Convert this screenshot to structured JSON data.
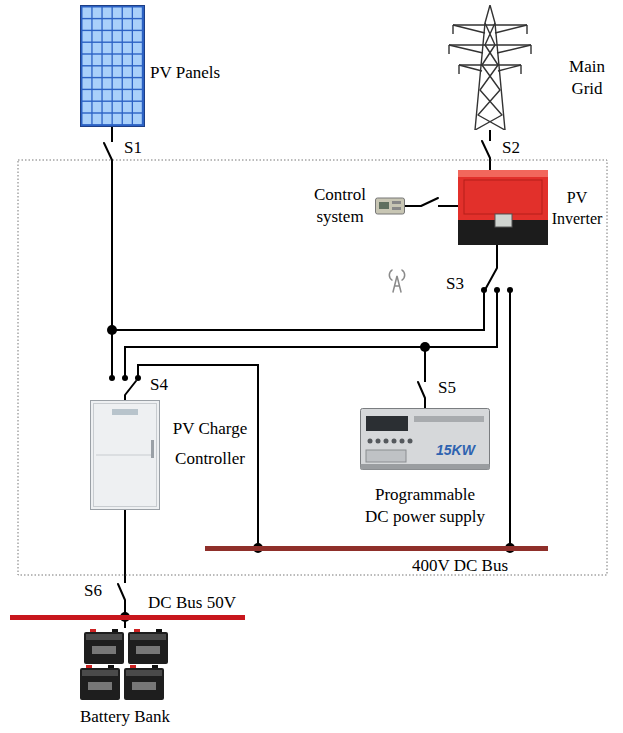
{
  "diagram": {
    "nodes": [
      {
        "text": [
          "PV Panels"
        ]
      },
      {
        "text": [
          "Main Grid"
        ]
      },
      {
        "text": [
          "PV Inverter"
        ]
      },
      {
        "text": [
          "Control system"
        ]
      },
      {
        "text": [
          "PV Charge Controller"
        ]
      },
      {
        "text": [
          "Programmable DC power supply"
        ]
      },
      {
        "text": [
          "400V DC Bus"
        ]
      },
      {
        "text": [
          "DC Bus 50V"
        ]
      },
      {
        "text": [
          "Battery Bank"
        ]
      }
    ],
    "edges": [
      {
        "from": 0,
        "to": 4,
        "arrow": "none"
      },
      {
        "from": 0,
        "to": 2,
        "arrow": "none"
      },
      {
        "from": 1,
        "to": 2,
        "arrow": "none"
      },
      {
        "from": 3,
        "to": 2,
        "arrow": "none"
      },
      {
        "from": 4,
        "to": 6,
        "arrow": "none"
      },
      {
        "from": 5,
        "to": 4,
        "arrow": "none"
      },
      {
        "from": 5,
        "to": 2,
        "arrow": "none"
      },
      {
        "from": 2,
        "to": 6,
        "arrow": "none"
      },
      {
        "from": 4,
        "to": 7,
        "arrow": "none"
      },
      {
        "from": 8,
        "to": 7,
        "arrow": "none"
      }
    ],
    "labels": [
      "S1",
      "S2",
      "S3",
      "S4",
      "S5",
      "S6",
      "15KW"
    ]
  }
}
